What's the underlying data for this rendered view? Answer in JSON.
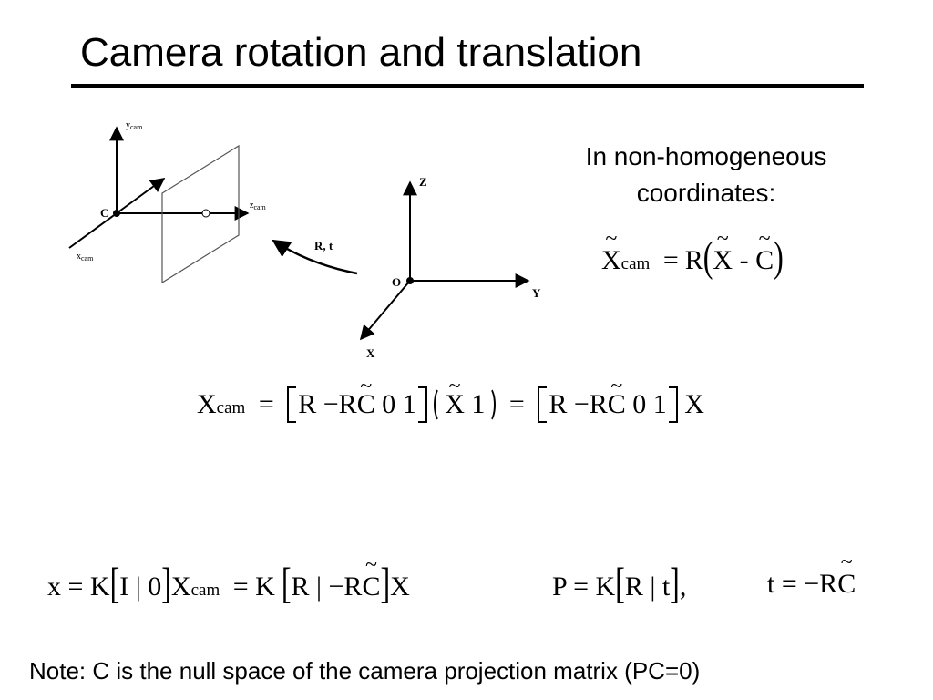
{
  "slide": {
    "title": "Camera rotation and translation",
    "intro": "In non-homogeneous coordinates:",
    "note": "Note: C is the null space of the camera projection matrix (PC=0)"
  },
  "diagram": {
    "labels": {
      "ycam": "y",
      "ycam_sub": "cam",
      "zcam": "z",
      "zcam_sub": "cam",
      "xcam": "x",
      "xcam_sub": "cam",
      "camera_center": "C",
      "transform": "R, t",
      "world_z": "Z",
      "world_y": "Y",
      "world_x": "X",
      "world_origin": "O"
    }
  },
  "eq_noncam": {
    "lhs": "X",
    "lhs_sub": "cam",
    "eq": "=",
    "R": "R",
    "open": "(",
    "X": "X",
    "minus": "-",
    "C": "C",
    "close": ")"
  },
  "eq_matrix": {
    "lhs": "X",
    "lhs_sub": "cam",
    "eq1": "=",
    "m1": [
      "R",
      "−RC",
      "0",
      "1"
    ],
    "v": [
      "X",
      "1"
    ],
    "eq2": "=",
    "m2": [
      "R",
      "−RC",
      "0",
      "1"
    ],
    "rhs": "X"
  },
  "eq_bottom": {
    "part1": "x = K",
    "b1_open": "[",
    "b1_content": "I | 0",
    "b1_close": "]",
    "x_cam": "X",
    "x_cam_sub": "cam",
    "part2": "= K",
    "b2_open": "[",
    "b2_content_pre": "R | −R",
    "b2_content_c": "C",
    "b2_close": "]",
    "tail": "X",
    "p_eq": "P = K",
    "b3_open": "[",
    "b3_content": "R | t",
    "b3_close": "]",
    "comma": ",",
    "t_eq": "t = −R",
    "t_c": "C"
  }
}
